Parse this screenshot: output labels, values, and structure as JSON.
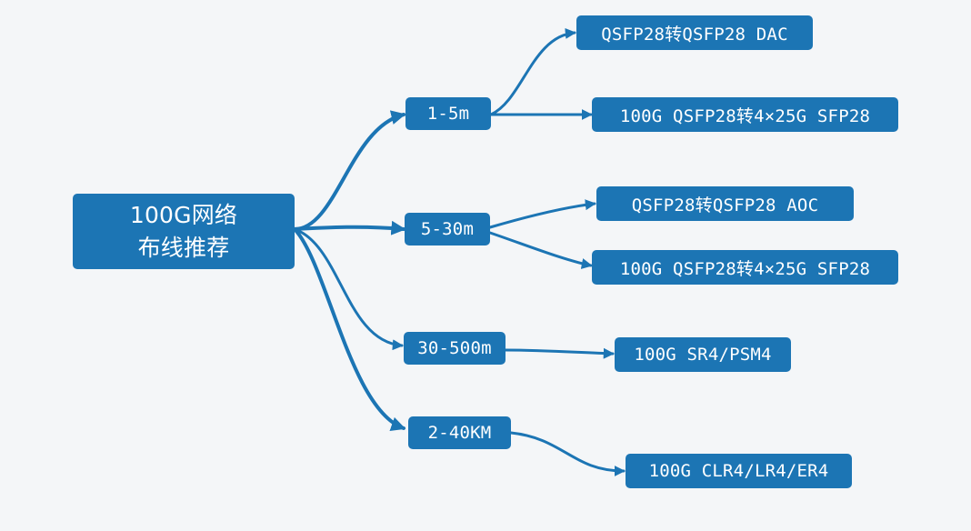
{
  "diagram": {
    "root": {
      "line1": "100G网络",
      "line2": "布线推荐"
    },
    "ranges": [
      {
        "label": "1-5m",
        "options": [
          "QSFP28转QSFP28 DAC",
          "100G QSFP28转4×25G SFP28"
        ]
      },
      {
        "label": "5-30m",
        "options": [
          "QSFP28转QSFP28 AOC",
          "100G QSFP28转4×25G SFP28"
        ]
      },
      {
        "label": "30-500m",
        "options": [
          "100G SR4/PSM4"
        ]
      },
      {
        "label": "2-40KM",
        "options": [
          "100G CLR4/LR4/ER4"
        ]
      }
    ],
    "colors": {
      "node_fill": "#1c75b4",
      "connector": "#1c75b4",
      "text": "#ffffff",
      "background": "#f4f6f8"
    }
  }
}
